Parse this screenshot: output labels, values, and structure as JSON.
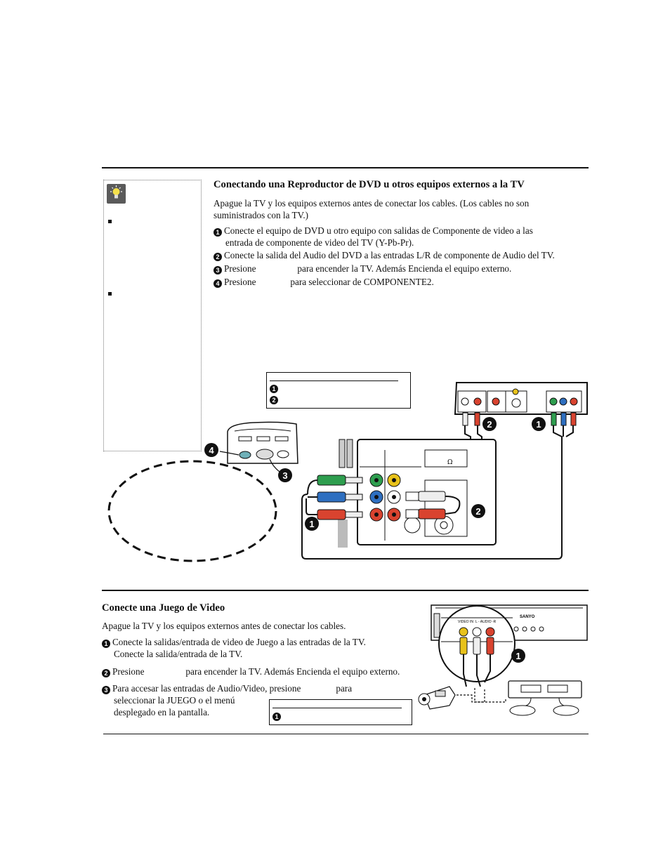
{
  "section1": {
    "title": "Conectando una Reproductor de DVD u otros equipos externos a la TV",
    "intro_line1": "Apague la TV y los equipos externos antes de conectar los cables. (Los cables no son",
    "intro_line2": "suministrados con la TV.)",
    "steps": [
      {
        "num": "1",
        "line1": "Conecte el equipo de DVD u otro equipo con salidas de Componente de video a las",
        "line2": "entrada de componente de video del TV (Y-Pb-Pr)."
      },
      {
        "num": "2",
        "line1": "Conecte la salida del Audio del DVD a las entradas L/R de componente de Audio del TV."
      },
      {
        "num": "3",
        "pre": "Presione",
        "post": "para encender la TV. Además Encienda el equipo externo."
      },
      {
        "num": "4",
        "pre": "Presione",
        "post": "para seleccionar de COMPONENTE2."
      }
    ],
    "legend_nums": [
      "1",
      "2"
    ],
    "diagram_callouts": [
      "4",
      "3",
      "1",
      "2",
      "2",
      "1"
    ],
    "ohm_symbol": "Ω"
  },
  "section2": {
    "title": "Conecte una Juego de Video",
    "intro": "Apague la TV y los equipos externos antes de conectar los cables.",
    "steps": [
      {
        "num": "1",
        "line1": "Conecte la salidas/entrada de video de Juego a las entradas de la TV.",
        "line2": "Conecte la salida/entrada de la TV."
      },
      {
        "num": "2",
        "pre": "Presione",
        "post": "para encender la TV. Además Encienda el equipo externo."
      },
      {
        "num": "3",
        "line1_pre": "Para accesar las entradas de Audio/Video, presione",
        "line1_post": "para",
        "line2": "seleccionar la JUEGO o el menú",
        "line3": "desplegado en la pantalla."
      }
    ],
    "legend_nums": [
      "1"
    ],
    "diagram_callout": "1",
    "jack_labels": {
      "video_in": "VIDEO IN",
      "audio": "L - AUDIO -R"
    },
    "brand": "SANYO"
  },
  "colors": {
    "green_cable": "#2e9e4f",
    "blue_cable": "#2e6fc0",
    "red_cable": "#d9432f",
    "yellow_cable": "#e8c21a",
    "tip_icon_bg": "#5a5a5a"
  }
}
